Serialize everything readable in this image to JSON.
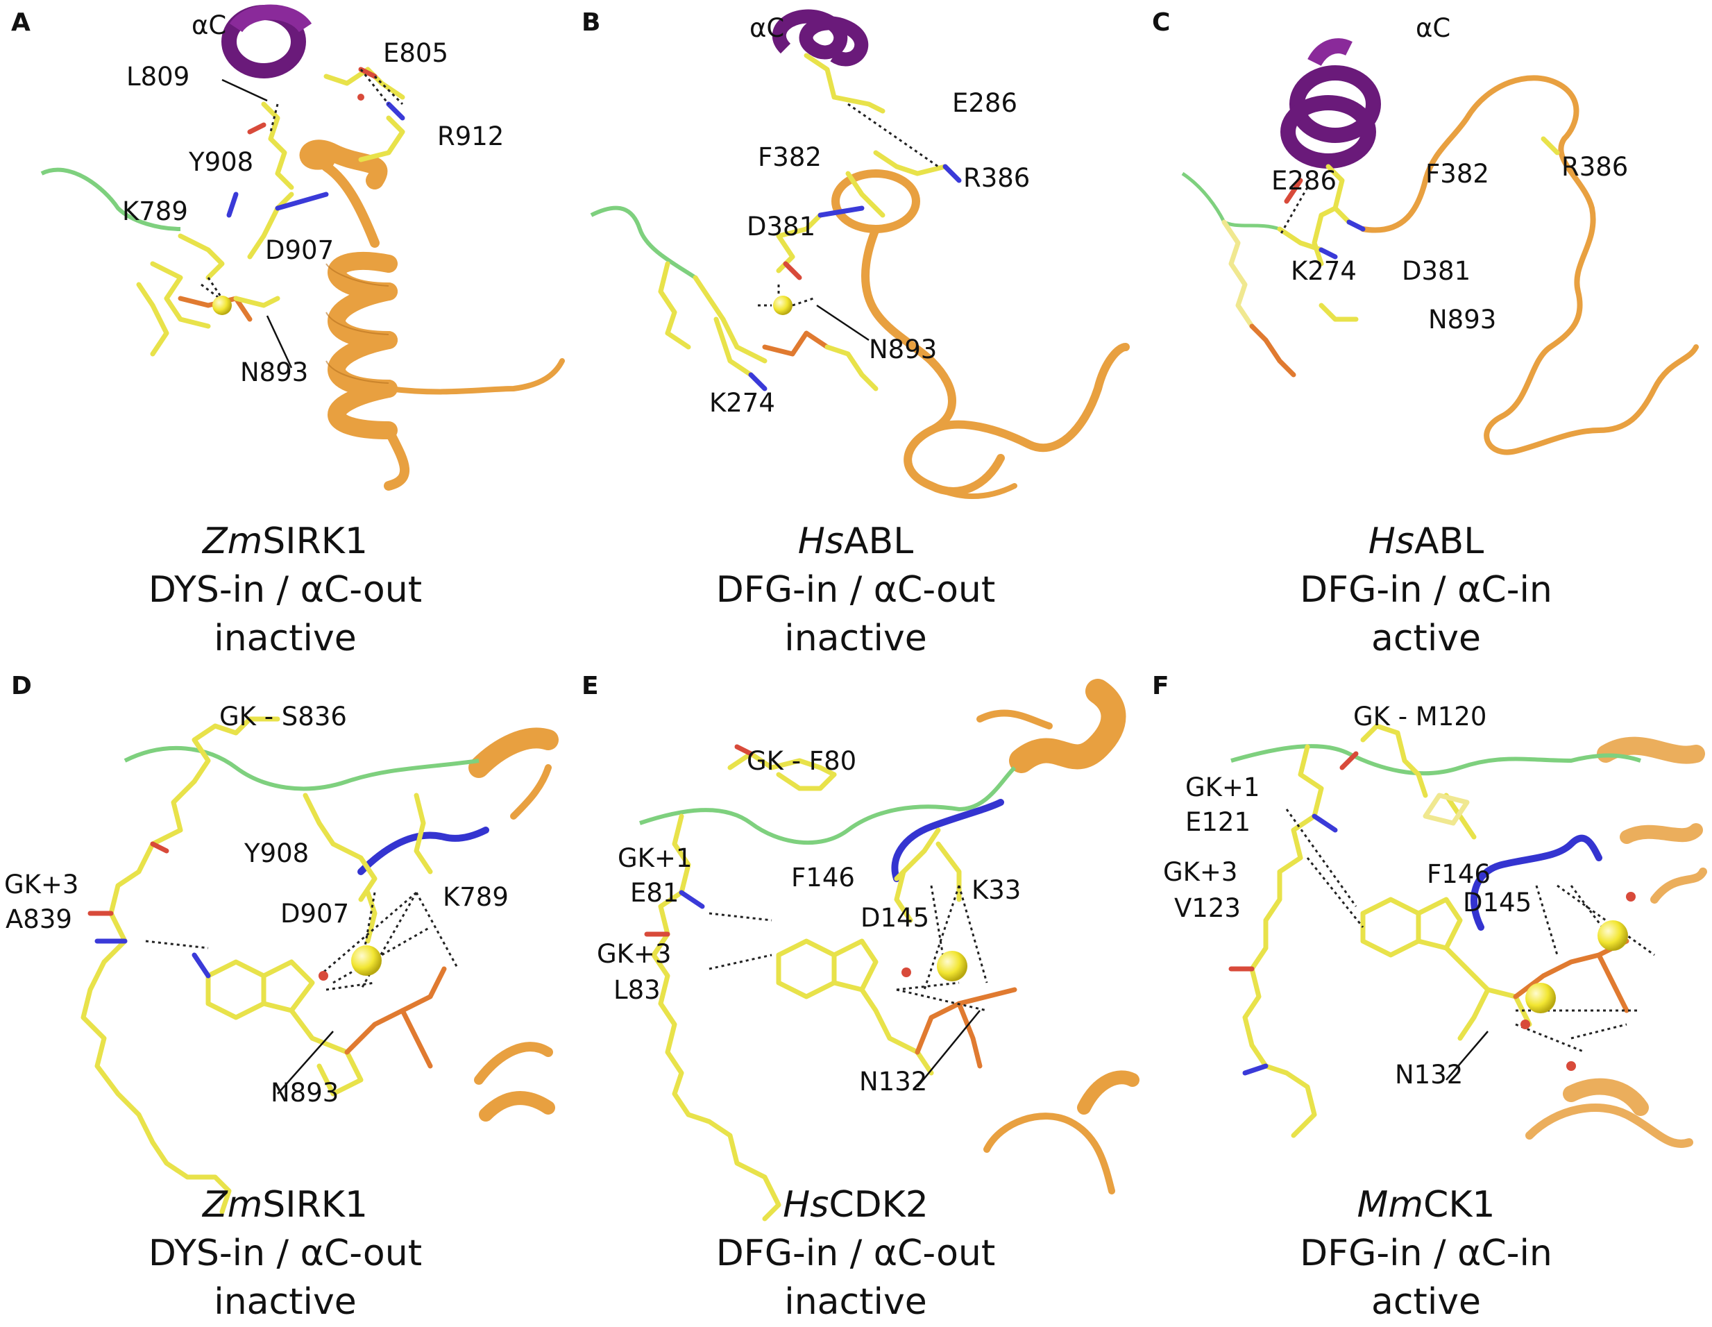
{
  "panels": [
    {
      "letter": "A",
      "species": "Zm",
      "protein": "SIRK1",
      "state": "DYS-in / αC-out",
      "activity": "inactive",
      "labels": {
        "aC": "αC",
        "l1": "L809",
        "l2": "E805",
        "l3": "R912",
        "l4": "Y908",
        "l5": "K789",
        "l6": "D907",
        "l7": "N893"
      }
    },
    {
      "letter": "B",
      "species": "Hs",
      "protein": "ABL",
      "state": "DFG-in / αC-out",
      "activity": "inactive",
      "labels": {
        "aC": "αC",
        "l1": "E286",
        "l2": "F382",
        "l3": "R386",
        "l4": "D381",
        "l5": "N893",
        "l6": "K274"
      }
    },
    {
      "letter": "C",
      "species": "Hs",
      "protein": "ABL",
      "state": "DFG-in / αC-in",
      "activity": "active",
      "labels": {
        "aC": "αC",
        "l1": "E286",
        "l2": "F382",
        "l3": "R386",
        "l4": "K274",
        "l5": "D381",
        "l6": "N893"
      }
    },
    {
      "letter": "D",
      "species": "Zm",
      "protein": "SIRK1",
      "state": "DYS-in / αC-out",
      "activity": "inactive",
      "labels": {
        "gk": "GK - S836",
        "gk3a": "GK+3",
        "gk3b": "A839",
        "y": "Y908",
        "k": "K789",
        "d": "D907",
        "n": "N893"
      }
    },
    {
      "letter": "E",
      "species": "Hs",
      "protein": "CDK2",
      "state": "DFG-in / αC-out",
      "activity": "inactive",
      "labels": {
        "gk": "GK - F80",
        "gk1a": "GK+1",
        "gk1b": "E81",
        "gk3a": "GK+3",
        "gk3b": "L83",
        "f": "F146",
        "d": "D145",
        "k": "K33",
        "n": "N132"
      }
    },
    {
      "letter": "F",
      "species": "Mm",
      "protein": "CK1",
      "state": "DFG-in / αC-in",
      "activity": "active",
      "labels": {
        "gk": "GK - M120",
        "gk1a": "GK+1",
        "gk1b": "E121",
        "gk3a": "GK+3",
        "gk3b": "V123",
        "f": "F146",
        "d": "D145",
        "n": "N132"
      }
    }
  ],
  "colors": {
    "helix_aC": "#6a1a7a",
    "cartoon": "#e8a040",
    "hinge": "#7ed07e",
    "carbon": "#e8e24a",
    "nitrogen": "#3a3ad8",
    "oxygen": "#d84a3a",
    "phosphate": "#e07a30",
    "activation_loop": "#3434d0",
    "ion": "#f2e632"
  }
}
